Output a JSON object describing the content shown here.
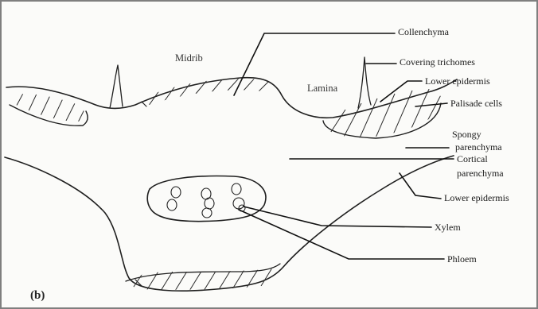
{
  "figure": {
    "panel_label": "(b)",
    "regions": {
      "midrib": "Midrib",
      "lamina": "Lamina"
    },
    "labels": {
      "collenchyma": "Collenchyma",
      "covering_trichomes": "Covering trichomes",
      "lower_epidermis_top": "Lower epidermis",
      "palisade_cells": "Palisade cells",
      "spongy_parenchyma": [
        "Spongy",
        "parenchyma"
      ],
      "cortical_parenchyma": [
        "Cortical",
        "parenchyma"
      ],
      "lower_epidermis_bottom": "Lower epidermis",
      "xylem": "Xylem",
      "phloem": "Phloem"
    }
  }
}
